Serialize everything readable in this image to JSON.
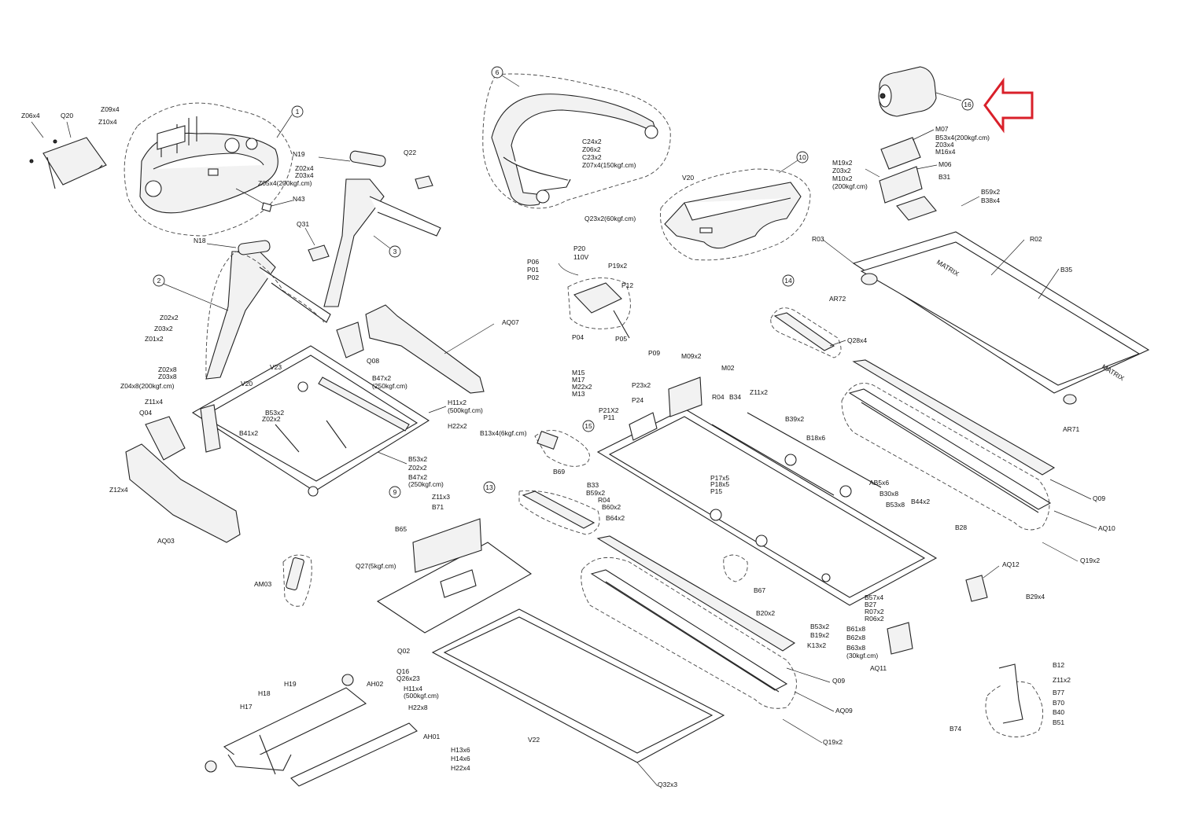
{
  "highlight_color": "#d9202a",
  "groups": [
    "1",
    "2",
    "3",
    "6",
    "9",
    "10",
    "13",
    "14",
    "15",
    "16"
  ],
  "labels": {
    "Z06x4": "Z06x4",
    "Q20": "Q20",
    "Z09x4": "Z09x4",
    "Z10x4": "Z10x4",
    "N19": "N19",
    "Q22": "Q22",
    "Z02x4": "Z02x4",
    "Z03x4": "Z03x4",
    "Z05x4": "Z05x4(200kgf.cm)",
    "N43": "N43",
    "N18": "N18",
    "Q31": "Q31",
    "Z02x2": "Z02x2",
    "Z03x2": "Z03x2",
    "Z01x2": "Z01x2",
    "Z02x8": "Z02x8",
    "Z03x8": "Z03x8",
    "Z04x8": "Z04x8(200kgf.cm)",
    "Z11x4": "Z11x4",
    "Q04": "Q04",
    "V20a": "V20",
    "V23": "V23",
    "Q08": "Q08",
    "AQ07": "AQ07",
    "B47x2a": "B47x2",
    "B47x2a_t": "(250kgf.cm)",
    "H11x2": "H11x2",
    "H11x2_t": "(500kgf.cm)",
    "H22x2": "H22x2",
    "B53x2a": "B53x2",
    "Z02x2b": "Z02x2",
    "B41x2": "B41x2",
    "B53x2b": "B53x2",
    "Z02x2c": "Z02x2",
    "B47x2b": "B47x2",
    "B47x2b_t": "(250kgf.cm)",
    "Z12x4": "Z12x4",
    "AQ03": "AQ03",
    "AM03": "AM03",
    "C24x2": "C24x2",
    "Z06x2": "Z06x2",
    "C23x2": "C23x2",
    "Z07x4": "Z07x4(150kgf.cm)",
    "V20b": "V20",
    "Q23x2": "Q23x2(60kgf.cm)",
    "P20": "P20",
    "V110": "110V",
    "P06": "P06",
    "P01": "P01",
    "P02": "P02",
    "P19x2": "P19x2",
    "P12": "P12",
    "P04": "P04",
    "P05": "P05",
    "P09": "P09",
    "M09x2": "M09x2",
    "M02": "M02",
    "M15": "M15",
    "M17": "M17",
    "M22x2": "M22x2",
    "M13": "M13",
    "P23x2": "P23x2",
    "P24": "P24",
    "P21X2": "P21X2",
    "P11": "P11",
    "B13x4": "B13x4(6kgf.cm)",
    "B69": "B69",
    "R04a": "R04",
    "B34": "B34",
    "Z11x2a": "Z11x2",
    "B39x2": "B39x2",
    "B18x6": "B18x6",
    "B33": "B33",
    "B59x2a": "B59x2",
    "R04b": "R04",
    "B60x2": "B60x2",
    "B64x2": "B64x2",
    "P17x5": "P17x5",
    "P18x5": "P18x5",
    "P15": "P15",
    "AB5x6": "AB5x6",
    "B30x8": "B30x8",
    "B53x8": "B53x8",
    "B44x2": "B44x2",
    "B28": "B28",
    "Z11x3": "Z11x3",
    "B71": "B71",
    "B65": "B65",
    "Q27": "Q27(5kgf.cm)",
    "Q02": "Q02",
    "Q16": "Q16",
    "Q26x23": "Q26x23",
    "H11x4": "H11x4",
    "H11x4_t": "(500kgf.cm)",
    "H22x8": "H22x8",
    "AH02": "AH02",
    "H18": "H18",
    "H19": "H19",
    "H17": "H17",
    "AH01": "AH01",
    "H13x6": "H13x6",
    "H14x6": "H14x6",
    "H22x4": "H22x4",
    "V22": "V22",
    "Q32x3": "Q32x3",
    "B67": "B67",
    "B20x2": "B20x2",
    "B53x2c": "B53x2",
    "B19x2": "B19x2",
    "K13x2": "K13x2",
    "B57x4": "B57x4",
    "B27": "B27",
    "R07x2": "R07x2",
    "R06x2": "R06x2",
    "B61x8": "B61x8",
    "B62x8": "B62x8",
    "B63x8": "B63x8",
    "B63x8_t": "(30kgf.cm)",
    "AQ11": "AQ11",
    "AQ12": "AQ12",
    "B29x4": "B29x4",
    "Q09a": "Q09",
    "AQ09": "AQ09",
    "Q19x2a": "Q19x2",
    "Q09b": "Q09",
    "AQ10": "AQ10",
    "Q19x2b": "Q19x2",
    "M07": "M07",
    "B53x4": "B53x4(200kgf.cm)",
    "Z03x4b": "Z03x4",
    "M16x4": "M16x4",
    "M19x2": "M19x2",
    "Z03x2b": "Z03x2",
    "M10x2": "M10x2",
    "M10x2_t": "(200kgf.cm)",
    "M06": "M06",
    "B31": "B31",
    "B59x2b": "B59x2",
    "B38x4": "B38x4",
    "R03": "R03",
    "R02": "R02",
    "B35": "B35",
    "AR72": "AR72",
    "AR71": "AR71",
    "Q28x4": "Q28x4",
    "B12": "B12",
    "Z11x2b": "Z11x2",
    "B77": "B77",
    "B70": "B70",
    "B40": "B40",
    "B51": "B51",
    "B74": "B74",
    "brand": "MATRIX"
  }
}
